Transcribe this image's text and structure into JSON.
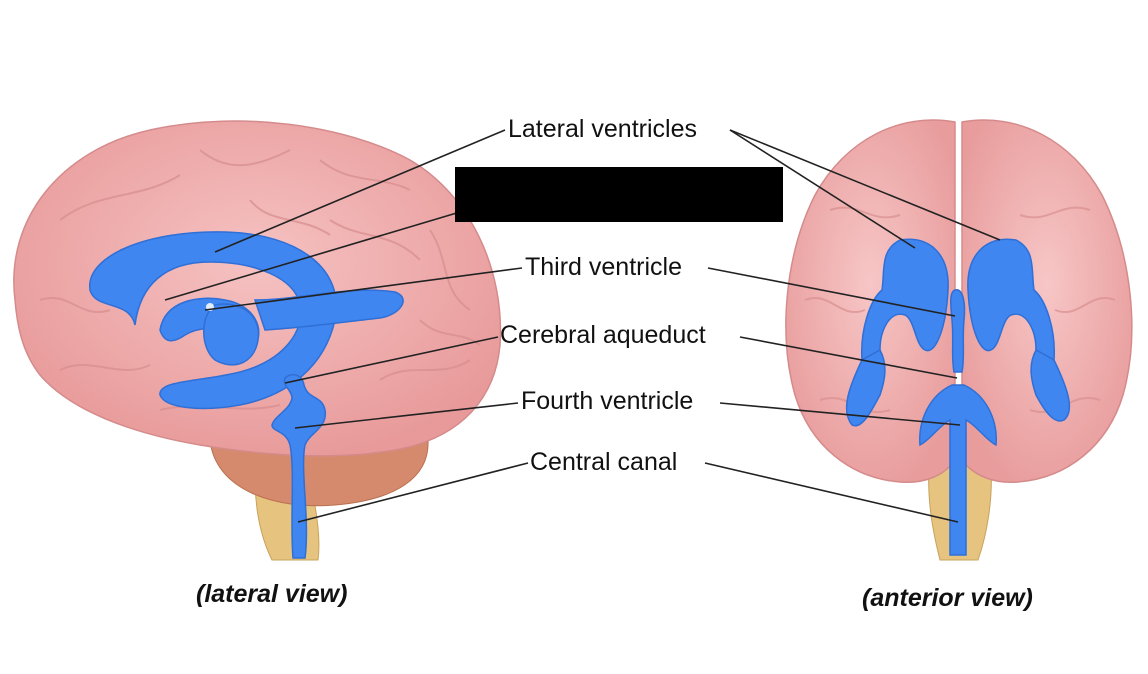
{
  "labels": {
    "lateral_ventricles": "Lateral ventricles",
    "third_ventricle": "Third ventricle",
    "cerebral_aqueduct": "Cerebral aqueduct",
    "fourth_ventricle": "Fourth ventricle",
    "central_canal": "Central canal"
  },
  "views": {
    "lateral": "(lateral view)",
    "anterior": "(anterior view)"
  },
  "colors": {
    "ventricle": "#3f86f0",
    "cerebrum": "#efaaaa",
    "cerebellum": "#d58a6d",
    "brainstem": "#e6c37f",
    "redaction": "#000000",
    "leader_line": "#222222"
  }
}
